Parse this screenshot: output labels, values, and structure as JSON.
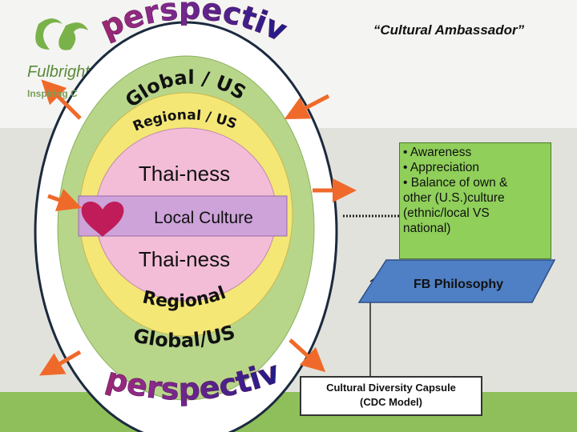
{
  "header": {
    "quote": "“Cultural Ambassador”",
    "logo_text": "Fulbright",
    "tagline": "Inspiring C"
  },
  "diagram": {
    "fb_perspectives_top": "FB perspectives",
    "fb_perspectives_bottom": "FB perspectives",
    "global_us_top": "Global / US",
    "regional_us_top": "Regional / US",
    "thai_ness_top": "Thai-ness",
    "local_culture": "Local Culture",
    "thai_ness_bottom": "Thai-ness",
    "regional_bottom": "Regional",
    "global_us_bottom": "Global/US"
  },
  "bullets": {
    "items": [
      "• Awareness",
      "• Appreciation",
      "• Balance of own &",
      "other (U.S.)culture",
      "(ethnic/local VS",
      "national)"
    ]
  },
  "philosophy_label": "FB Philosophy",
  "capsule": {
    "line1": "Cultural Diversity Capsule",
    "line2": "(CDC Model)"
  },
  "colors": {
    "outer_green": "#b8d68a",
    "yellow_ring": "#f4e776",
    "pink": "#f3bdd7",
    "band_purple": "#cda3d9",
    "heart": "#c01c5a",
    "arrow": "#ef6a2a",
    "philosophy_blue": "#4f7fc4",
    "bullet_green": "#8fcf5a",
    "title_red": "#d8264a",
    "title_purple": "#7a2a8e"
  }
}
